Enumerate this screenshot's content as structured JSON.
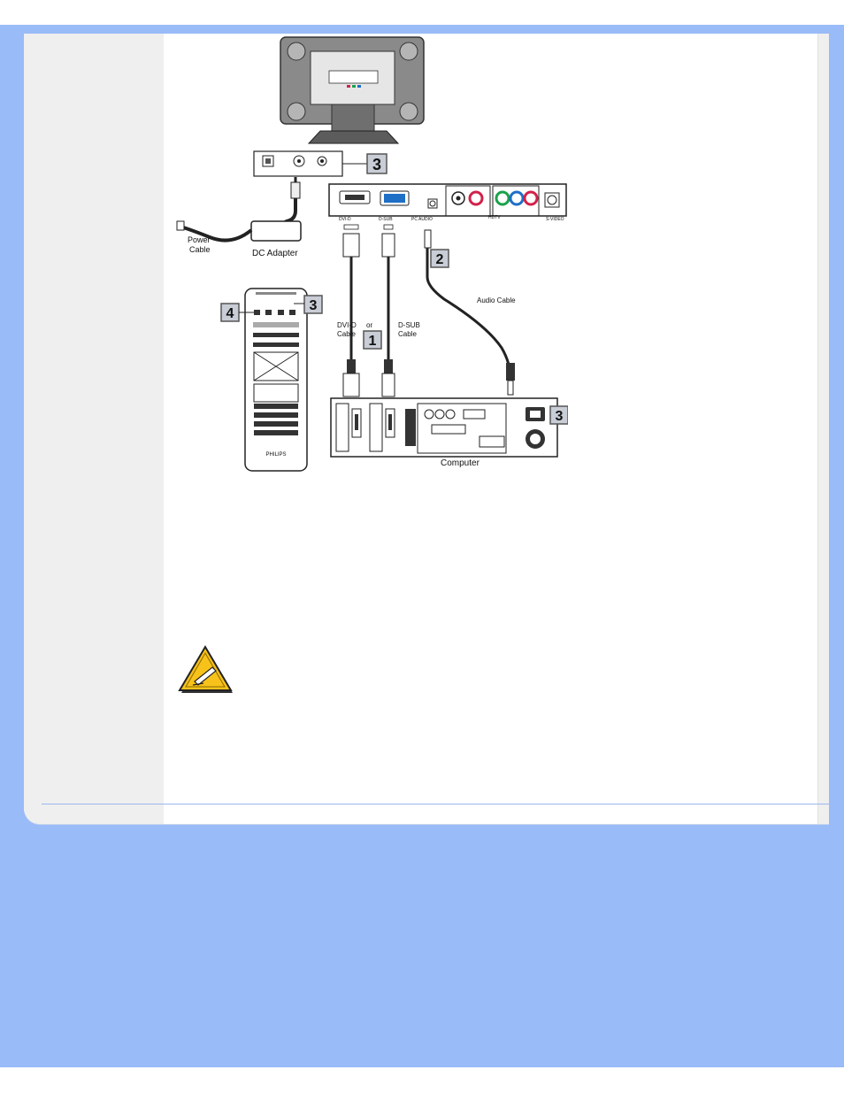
{
  "diagram": {
    "labels": {
      "power_cable_line1": "Power",
      "power_cable_line2": "Cable",
      "dc_adapter": "DC Adapter",
      "dvi_d_cable_line1": "DVI-D",
      "dvi_d_cable_line2": "Cable",
      "or": "or",
      "d_sub_cable_line1": "D-SUB",
      "d_sub_cable_line2": "Cable",
      "audio_cable": "Audio Cable",
      "computer": "Computer",
      "brand": "PHILIPS",
      "port_dvi_d": "DVI-D",
      "port_d_sub": "D-SUB",
      "port_pc_audio": "PC AUDIO",
      "port_hdtv": "HDTV",
      "port_s_video": "S-VIDEO"
    },
    "step_markers": {
      "monitor_power": "3",
      "audio": "2",
      "video": "1",
      "remote_power": "3",
      "remote_button": "4",
      "computer_power": "3"
    },
    "colors": {
      "page_background": "#99bbf8",
      "panel": "#ffffff",
      "sidebar": "#efefef",
      "marker_fill": "#c8cdd6",
      "marker_border": "#555555",
      "hdtv_red": "#d2224a",
      "hdtv_green": "#1aa24a",
      "hdtv_blue": "#1f6fc6",
      "note_yellow": "#f7c21a"
    }
  },
  "note": {
    "icon": "note-pencil-warning-icon"
  }
}
